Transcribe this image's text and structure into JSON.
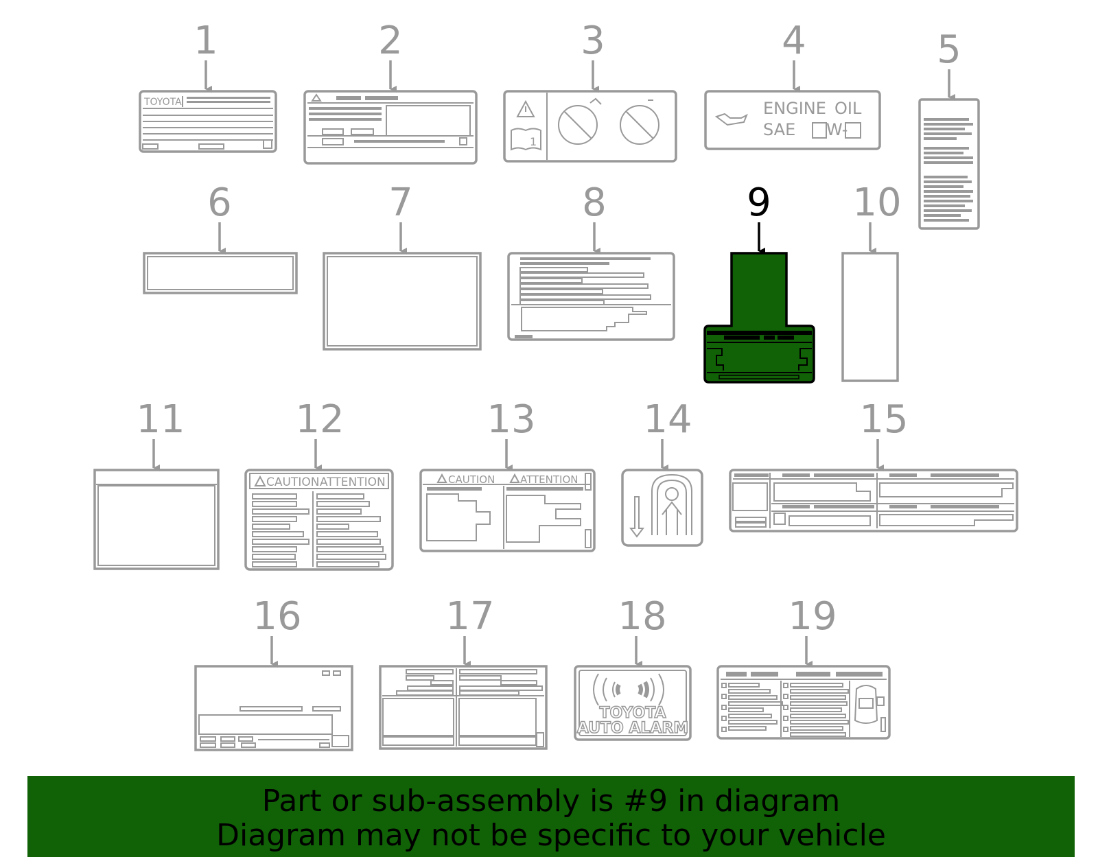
{
  "parts": [
    {
      "number": "1",
      "text": [
        "TOYOTA"
      ]
    },
    {
      "number": "2",
      "text": []
    },
    {
      "number": "3",
      "text": [
        "1"
      ]
    },
    {
      "number": "4",
      "text": [
        "ENGINE",
        "OIL",
        "SAE",
        "W-"
      ]
    },
    {
      "number": "5",
      "text": []
    },
    {
      "number": "6",
      "text": []
    },
    {
      "number": "7",
      "text": []
    },
    {
      "number": "8",
      "text": []
    },
    {
      "number": "9",
      "text": [],
      "selected": true
    },
    {
      "number": "10",
      "text": []
    },
    {
      "number": "11",
      "text": []
    },
    {
      "number": "12",
      "text": [
        "CAUTION",
        "ATTENTION"
      ]
    },
    {
      "number": "13",
      "text": [
        "CAUTION",
        "ATTENTION"
      ]
    },
    {
      "number": "14",
      "text": []
    },
    {
      "number": "15",
      "text": []
    },
    {
      "number": "16",
      "text": []
    },
    {
      "number": "17",
      "text": []
    },
    {
      "number": "18",
      "text": [
        "TOYOTA",
        "AUTO ALARM"
      ]
    },
    {
      "number": "19",
      "text": []
    }
  ],
  "colors": {
    "line": "#999999",
    "highlight": "#116207",
    "selected_number": "#000000"
  },
  "banner": {
    "line1": "Part or sub-assembly is #9 in diagram",
    "line2": "Diagram may not be specific to your vehicle"
  }
}
